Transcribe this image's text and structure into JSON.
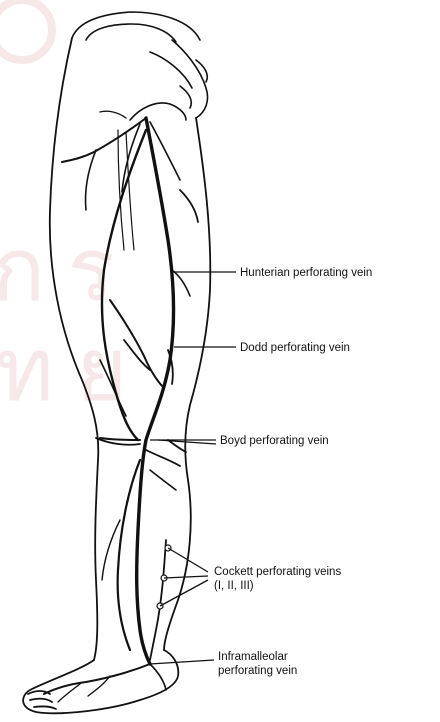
{
  "colors": {
    "ink": "#111111",
    "watermark": "#f1d9d9",
    "background": "#ffffff"
  },
  "labels": {
    "hunterian": "Hunterian perforating vein",
    "dodd": "Dodd perforating vein",
    "boyd": "Boyd perforating vein",
    "cockett_line1": "Cockett perforating veins",
    "cockett_line2": "(I, II, III)",
    "inframalleolar_line1": "Inframalleolar",
    "inframalleolar_line2": "perforating vein"
  }
}
